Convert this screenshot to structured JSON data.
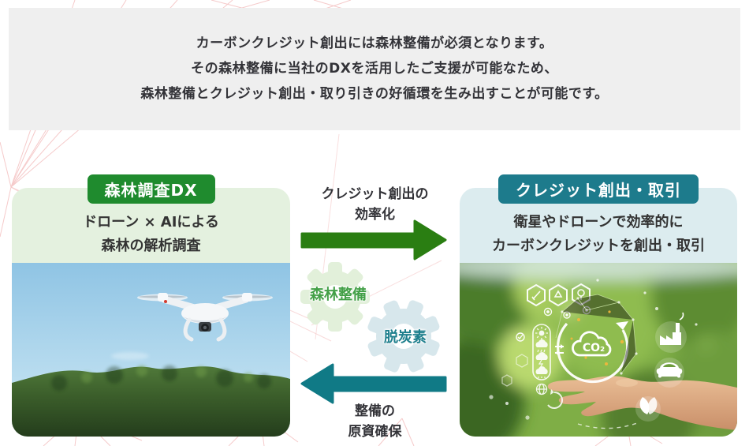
{
  "banner": {
    "lines": [
      "カーボンクレジット創出には森林整備が必須となります。",
      "その森林整備に当社のDXを活用したご支援が可能なため、",
      "森林整備とクレジット創出・取り引きの好循環を生み出すことが可能です。"
    ]
  },
  "panels": {
    "left": {
      "badge": "森林調査DX",
      "line1": "ドローン × AIによる",
      "line2": "森林の解析調査",
      "photo": "drone-flying-over-forest-photo"
    },
    "right": {
      "badge": "クレジット創出・取引",
      "line1": "衛星やドローンで効率的に",
      "line2": "カーボンクレジットを創出・取引",
      "photo": "hand-holding-co2-eco-icons-photo",
      "co2_text": "CO₂"
    }
  },
  "flow": {
    "top_label_line1": "クレジット創出の",
    "top_label_line2": "効率化",
    "bottom_label_line1": "整備の",
    "bottom_label_line2": "原資確保",
    "gear_green_label": "森林整備",
    "gear_blue_label": "脱炭素"
  },
  "colors": {
    "banner_bg": "#efefef",
    "left_panel_bg": "#e4f1df",
    "right_panel_bg": "#dcecef",
    "badge_green": "#1f8b2e",
    "badge_teal": "#1d7b8c",
    "arrow_green": "#2a7e12",
    "arrow_teal": "#107a86",
    "gear_green_fill": "#e2f0da",
    "gear_blue_fill": "#d7e7ec",
    "gear_green_text": "#43a047",
    "gear_blue_text": "#1e7f8d",
    "bg_line_pink": "#f3bdbd",
    "text_dark": "#333338"
  }
}
